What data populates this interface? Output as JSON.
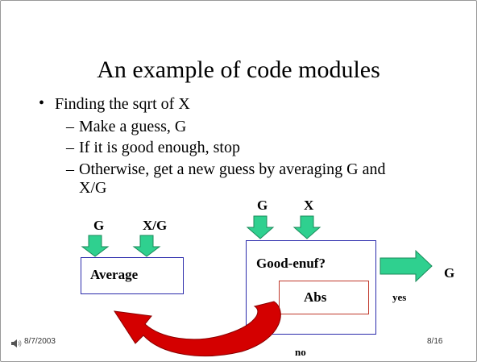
{
  "slide": {
    "title": "An example of code modules",
    "bullet": "Finding the sqrt of X",
    "sub_items": [
      "Make a guess, G",
      "If it is good enough, stop",
      "Otherwise, get a new guess by averaging G and",
      "X/G"
    ]
  },
  "diagram": {
    "average_inputs": [
      "G",
      "X/G"
    ],
    "average_label": "Average",
    "goodenuf_inputs": [
      "G",
      "X"
    ],
    "goodenuf_label": "Good-enuf?",
    "abs_label": "Abs",
    "yes_label": "yes",
    "no_label": "no",
    "output_label": "G",
    "colors": {
      "arrow_green": "#2fd08f",
      "arrow_green_edge": "#1a8a5a",
      "curved_arrow": "#d40000",
      "box_border": "#2b2bab",
      "abs_border": "#c0392b"
    }
  },
  "footer": {
    "date": "8/7/2003",
    "page": "8/16"
  },
  "icons": {
    "speaker": "speaker-icon"
  }
}
